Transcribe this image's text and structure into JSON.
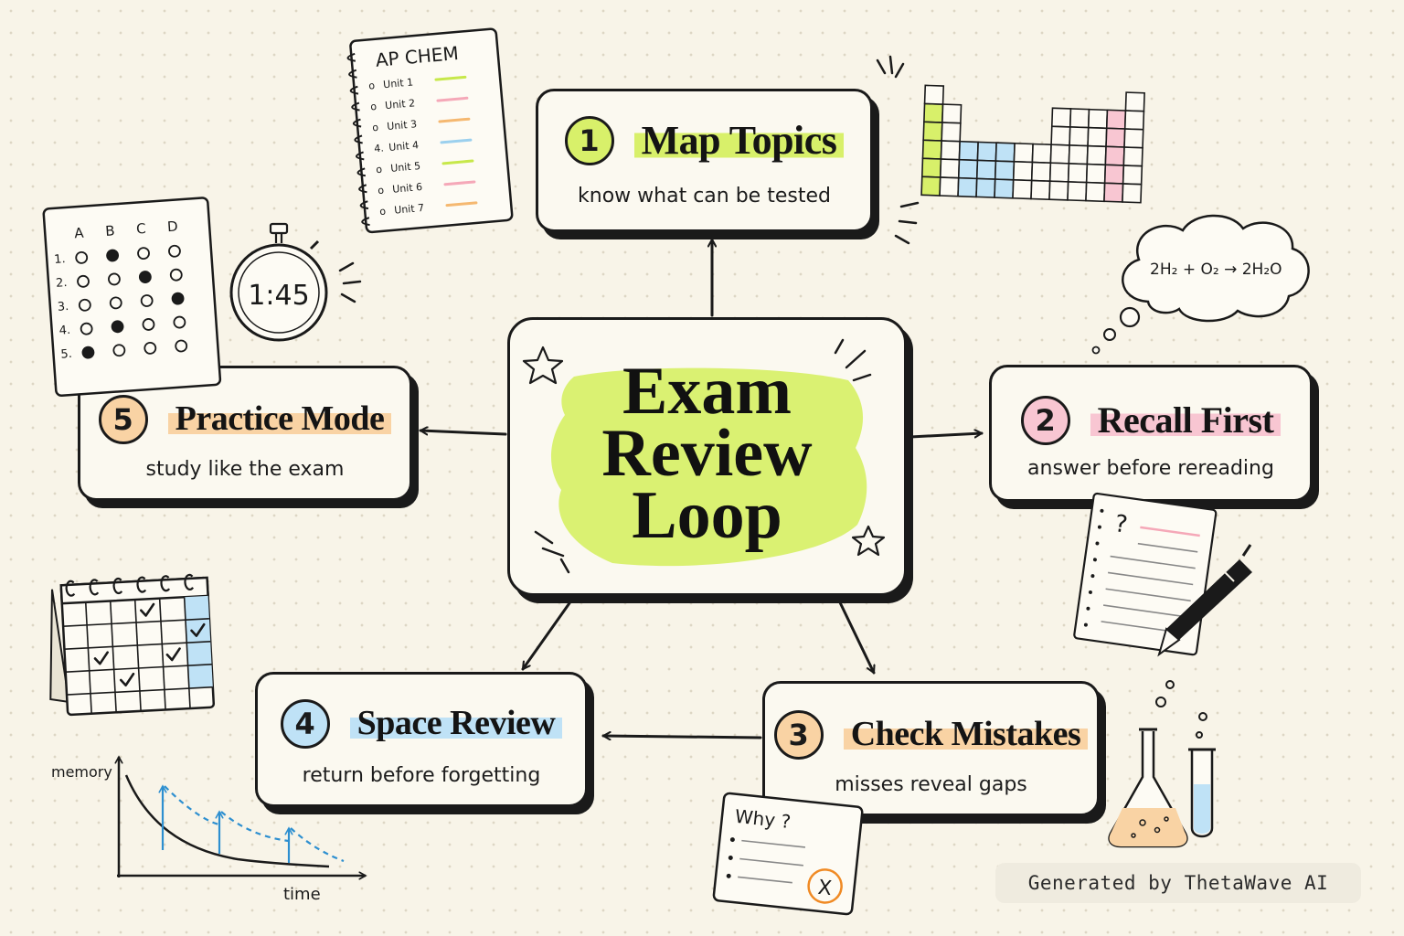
{
  "center": {
    "lines": [
      "Exam",
      "Review",
      "Loop"
    ]
  },
  "steps": [
    {
      "number": "1",
      "title": "Map Topics",
      "subtitle": "know what can be tested"
    },
    {
      "number": "2",
      "title": "Recall First",
      "subtitle": "answer before rereading"
    },
    {
      "number": "3",
      "title": "Check Mistakes",
      "subtitle": "misses reveal gaps"
    },
    {
      "number": "4",
      "title": "Space Review",
      "subtitle": "return before forgetting"
    },
    {
      "number": "5",
      "title": "Practice Mode",
      "subtitle": "study like the exam"
    }
  ],
  "notebook": {
    "title": "AP CHEM",
    "units": [
      "Unit 1",
      "Unit 2",
      "Unit 3",
      "Unit 4",
      "Unit 5",
      "Unit 6",
      "Unit 7"
    ],
    "markers": [
      "o",
      "o",
      "o",
      "4.",
      "o",
      "o",
      "o"
    ]
  },
  "answer_sheet": {
    "columns": [
      "A",
      "B",
      "C",
      "D"
    ],
    "rows": [
      "1.",
      "2.",
      "3.",
      "4.",
      "5."
    ]
  },
  "stopwatch": {
    "time": "1:45"
  },
  "thought_bubble": {
    "reaction": "2H₂ + O₂ → 2H₂O"
  },
  "recall_sheet": {
    "mark": "?"
  },
  "why_card": {
    "text": "Why ?",
    "mark": "X"
  },
  "forgetting_curve": {
    "ylabel": "memory",
    "xlabel": "time"
  },
  "credit": "Generated by ThetaWave AI",
  "colors": {
    "green": "#d8f06a",
    "pink": "#f8c6d2",
    "orange": "#f9d3a4",
    "blue": "#bfe2f6",
    "ink": "#1a1a1a",
    "paper": "#f8f4e8"
  },
  "icons": [
    "notebook-icon",
    "periodic-table-icon",
    "answer-sheet-icon",
    "stopwatch-icon",
    "thought-bubble-icon",
    "notepad-icon",
    "pen-icon",
    "calendar-icon",
    "forgetting-curve-icon",
    "flask-icon",
    "test-tube-icon",
    "star-icon"
  ]
}
